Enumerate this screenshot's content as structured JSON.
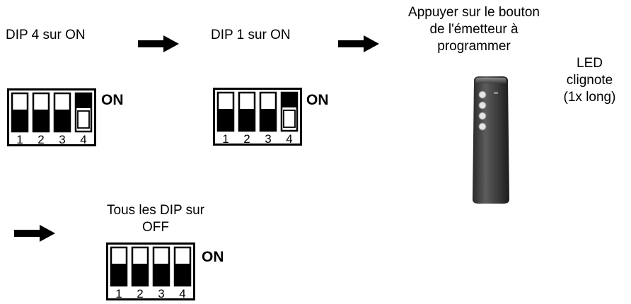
{
  "steps": [
    {
      "caption": "DIP 4 sur ON",
      "switches": [
        false,
        false,
        false,
        true
      ],
      "numbers": [
        "1",
        "2",
        "3",
        "4"
      ],
      "on_label": "ON"
    },
    {
      "caption": "DIP 1 sur ON",
      "switches": [
        false,
        false,
        false,
        true
      ],
      "numbers": [
        "1",
        "2",
        "3",
        "4"
      ],
      "on_label": "ON"
    },
    {
      "caption_lines": [
        "Appuyer sur le bouton",
        "de l'émetteur à",
        "programmer"
      ]
    },
    {
      "caption_lines": [
        "Tous les DIP sur",
        "OFF"
      ],
      "switches": [
        false,
        false,
        false,
        false
      ],
      "numbers": [
        "1",
        "2",
        "3",
        "4"
      ],
      "on_label": "ON"
    }
  ],
  "led": {
    "lines": [
      "LED",
      "clignote",
      "(1x long)"
    ]
  },
  "icons": [
    "arrow-right-icon",
    "arrow-right-icon",
    "arrow-right-icon",
    "remote-control-icon"
  ]
}
